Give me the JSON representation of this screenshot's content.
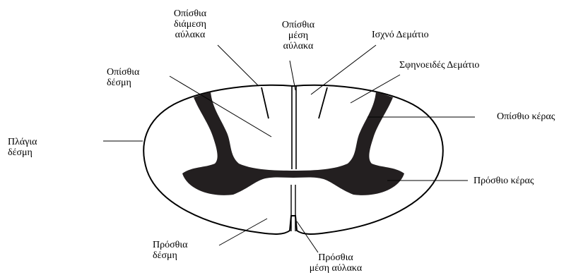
{
  "labels": {
    "posterior_intermediate_sulcus": [
      "Οπίσθια",
      "διάμεση",
      "αύλακα"
    ],
    "posterior_median_sulcus": [
      "Οπίσθια",
      "μέση",
      "αύλακα"
    ],
    "fasciculus_gracilis": "Ισχνό Δεμάτιο",
    "fasciculus_cuneatus": "Σφηνοειδές Δεμάτιο",
    "posterior_funiculus": [
      "Οπίσθια",
      "δέσμη"
    ],
    "posterior_horn": "Οπίσθιο κέρας",
    "lateral_funiculus": [
      "Πλάγια",
      "δέσμη"
    ],
    "anterior_horn": "Πρόσθιο κέρας",
    "anterior_funiculus": [
      "Πρόσθια",
      "δέσμη"
    ],
    "anterior_median_fissure": [
      "Πρόσθια",
      "μέση αύλακα"
    ]
  },
  "colors": {
    "grey_matter": "#231f20",
    "outline": "#000000",
    "background": "#ffffff"
  }
}
